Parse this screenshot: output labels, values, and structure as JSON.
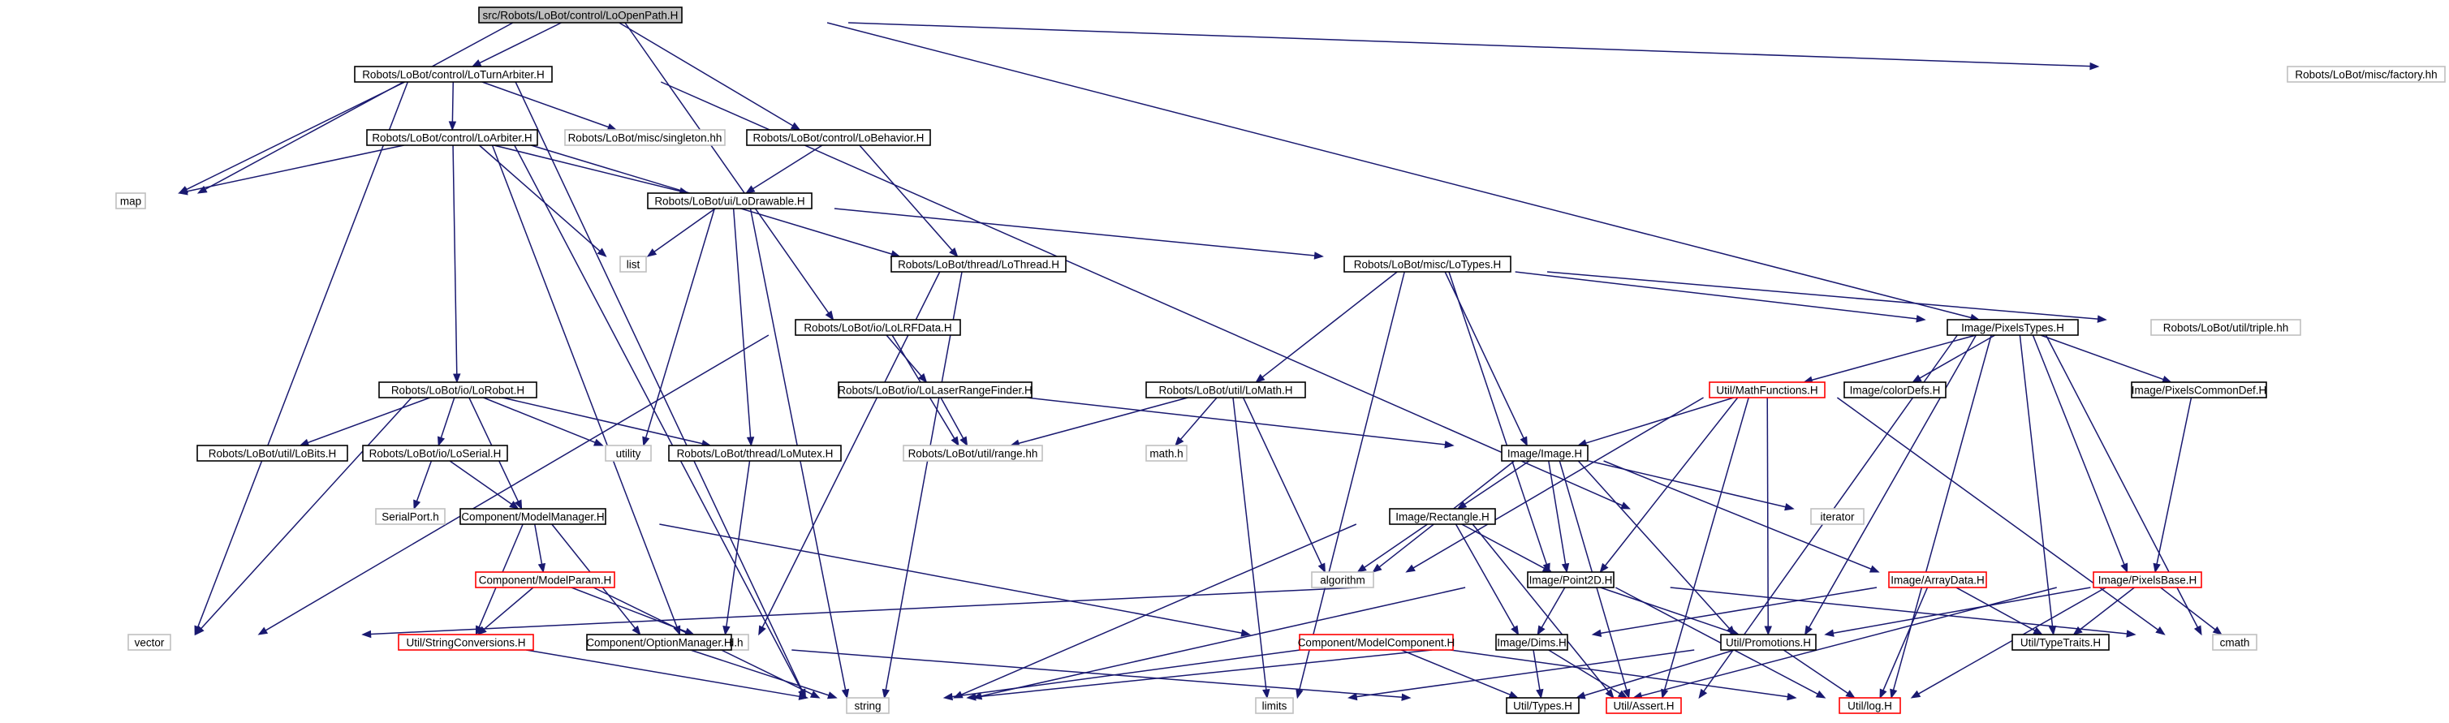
{
  "graph": {
    "colors": {
      "edge": "#191970",
      "root_fill": "#bfbfbf",
      "root_border": "#000000",
      "documented_border": "#000000",
      "undocumented_border": "#bfbfbf",
      "truncated_border": "#ff0000"
    },
    "nodes": [
      {
        "id": "root",
        "label": "src/Robots/LoBot/control/LoOpenPath.H",
        "kind": "root"
      },
      {
        "id": "turnarb",
        "label": "Robots/LoBot/control/LoTurnArbiter.H",
        "kind": "documented"
      },
      {
        "id": "factory",
        "label": "Robots/LoBot/misc/factory.hh",
        "kind": "undocumented"
      },
      {
        "id": "arbiter",
        "label": "Robots/LoBot/control/LoArbiter.H",
        "kind": "documented"
      },
      {
        "id": "singleton",
        "label": "Robots/LoBot/misc/singleton.hh",
        "kind": "undocumented"
      },
      {
        "id": "behavior",
        "label": "Robots/LoBot/control/LoBehavior.H",
        "kind": "documented"
      },
      {
        "id": "map",
        "label": "map",
        "kind": "undocumented"
      },
      {
        "id": "drawable",
        "label": "Robots/LoBot/ui/LoDrawable.H",
        "kind": "documented"
      },
      {
        "id": "list",
        "label": "list",
        "kind": "undocumented"
      },
      {
        "id": "thread",
        "label": "Robots/LoBot/thread/LoThread.H",
        "kind": "documented"
      },
      {
        "id": "lotypes",
        "label": "Robots/LoBot/misc/LoTypes.H",
        "kind": "documented"
      },
      {
        "id": "lrfdata",
        "label": "Robots/LoBot/io/LoLRFData.H",
        "kind": "documented"
      },
      {
        "id": "pixelstypes",
        "label": "Image/PixelsTypes.H",
        "kind": "documented"
      },
      {
        "id": "triple",
        "label": "Robots/LoBot/util/triple.hh",
        "kind": "undocumented"
      },
      {
        "id": "lorobot",
        "label": "Robots/LoBot/io/LoRobot.H",
        "kind": "documented"
      },
      {
        "id": "laserrf",
        "label": "Robots/LoBot/io/LoLaserRangeFinder.H",
        "kind": "documented"
      },
      {
        "id": "lomath",
        "label": "Robots/LoBot/util/LoMath.H",
        "kind": "documented"
      },
      {
        "id": "mathfn",
        "label": "Util/MathFunctions.H",
        "kind": "truncated"
      },
      {
        "id": "colordefs",
        "label": "Image/colorDefs.H",
        "kind": "documented"
      },
      {
        "id": "pixcommon",
        "label": "Image/PixelsCommonDef.H",
        "kind": "documented"
      },
      {
        "id": "lobits",
        "label": "Robots/LoBot/util/LoBits.H",
        "kind": "documented"
      },
      {
        "id": "loserial",
        "label": "Robots/LoBot/io/LoSerial.H",
        "kind": "documented"
      },
      {
        "id": "utility",
        "label": "utility",
        "kind": "undocumented"
      },
      {
        "id": "lomutex",
        "label": "Robots/LoBot/thread/LoMutex.H",
        "kind": "documented"
      },
      {
        "id": "range",
        "label": "Robots/LoBot/util/range.hh",
        "kind": "undocumented"
      },
      {
        "id": "mathh",
        "label": "math.h",
        "kind": "undocumented"
      },
      {
        "id": "image",
        "label": "Image/Image.H",
        "kind": "documented"
      },
      {
        "id": "serialport",
        "label": "SerialPort.h",
        "kind": "undocumented"
      },
      {
        "id": "modelmgr",
        "label": "Component/ModelManager.H",
        "kind": "documented"
      },
      {
        "id": "iterator",
        "label": "iterator",
        "kind": "undocumented"
      },
      {
        "id": "rectangle",
        "label": "Image/Rectangle.H",
        "kind": "documented"
      },
      {
        "id": "algorithm",
        "label": "algorithm",
        "kind": "undocumented"
      },
      {
        "id": "pixelsbase",
        "label": "Image/PixelsBase.H",
        "kind": "truncated"
      },
      {
        "id": "modelparam",
        "label": "Component/ModelParam.H",
        "kind": "truncated"
      },
      {
        "id": "point2d",
        "label": "Image/Point2D.H",
        "kind": "documented"
      },
      {
        "id": "arraydata",
        "label": "Image/ArrayData.H",
        "kind": "truncated"
      },
      {
        "id": "vector",
        "label": "vector",
        "kind": "undocumented"
      },
      {
        "id": "strconv",
        "label": "Util/StringConversions.H",
        "kind": "truncated"
      },
      {
        "id": "pthread",
        "label": "pthread.h",
        "kind": "undocumented"
      },
      {
        "id": "optionmgr",
        "label": "Component/OptionManager.H",
        "kind": "documented"
      },
      {
        "id": "modelcomp",
        "label": "Component/ModelComponent.H",
        "kind": "truncated"
      },
      {
        "id": "dims",
        "label": "Image/Dims.H",
        "kind": "documented"
      },
      {
        "id": "promotions",
        "label": "Util/Promotions.H",
        "kind": "documented"
      },
      {
        "id": "typetraits",
        "label": "Util/TypeTraits.H",
        "kind": "documented"
      },
      {
        "id": "cmath",
        "label": "cmath",
        "kind": "undocumented"
      },
      {
        "id": "string",
        "label": "string",
        "kind": "undocumented"
      },
      {
        "id": "limits",
        "label": "limits",
        "kind": "undocumented"
      },
      {
        "id": "utiltypes",
        "label": "Util/Types.H",
        "kind": "documented"
      },
      {
        "id": "assert",
        "label": "Util/Assert.H",
        "kind": "truncated"
      },
      {
        "id": "log",
        "label": "Util/log.H",
        "kind": "truncated"
      }
    ],
    "edges": [
      [
        "root",
        "turnarb"
      ],
      [
        "root",
        "behavior"
      ],
      [
        "root",
        "map"
      ],
      [
        "root",
        "lrfdata"
      ],
      [
        "root",
        "factory"
      ],
      [
        "root",
        "triple"
      ],
      [
        "turnarb",
        "arbiter"
      ],
      [
        "turnarb",
        "singleton"
      ],
      [
        "turnarb",
        "map"
      ],
      [
        "turnarb",
        "vector"
      ],
      [
        "turnarb",
        "string"
      ],
      [
        "turnarb",
        "iterator"
      ],
      [
        "arbiter",
        "map"
      ],
      [
        "arbiter",
        "drawable"
      ],
      [
        "arbiter",
        "list"
      ],
      [
        "arbiter",
        "thread"
      ],
      [
        "arbiter",
        "lorobot"
      ],
      [
        "arbiter",
        "string"
      ],
      [
        "arbiter",
        "pthread"
      ],
      [
        "behavior",
        "drawable"
      ],
      [
        "behavior",
        "thread"
      ],
      [
        "drawable",
        "list"
      ],
      [
        "drawable",
        "lotypes"
      ],
      [
        "drawable",
        "utility"
      ],
      [
        "drawable",
        "lomutex"
      ],
      [
        "drawable",
        "string"
      ],
      [
        "thread",
        "pthread"
      ],
      [
        "thread",
        "string"
      ],
      [
        "lotypes",
        "pixelstypes"
      ],
      [
        "lotypes",
        "triple"
      ],
      [
        "lotypes",
        "lomath"
      ],
      [
        "lotypes",
        "image"
      ],
      [
        "lotypes",
        "point2d"
      ],
      [
        "lotypes",
        "limits"
      ],
      [
        "lrfdata",
        "laserrf"
      ],
      [
        "lrfdata",
        "range"
      ],
      [
        "lrfdata",
        "vector"
      ],
      [
        "pixelstypes",
        "mathfn"
      ],
      [
        "pixelstypes",
        "colordefs"
      ],
      [
        "pixelstypes",
        "pixcommon"
      ],
      [
        "pixelstypes",
        "pixelsbase"
      ],
      [
        "pixelstypes",
        "promotions"
      ],
      [
        "pixelstypes",
        "typetraits"
      ],
      [
        "pixelstypes",
        "cmath"
      ],
      [
        "pixelstypes",
        "assert"
      ],
      [
        "pixelstypes",
        "log"
      ],
      [
        "lorobot",
        "lobits"
      ],
      [
        "lorobot",
        "loserial"
      ],
      [
        "lorobot",
        "utility"
      ],
      [
        "lorobot",
        "lomutex"
      ],
      [
        "lorobot",
        "modelmgr"
      ],
      [
        "lorobot",
        "vector"
      ],
      [
        "laserrf",
        "range"
      ],
      [
        "laserrf",
        "image"
      ],
      [
        "lomath",
        "range"
      ],
      [
        "lomath",
        "mathh"
      ],
      [
        "lomath",
        "algorithm"
      ],
      [
        "lomath",
        "limits"
      ],
      [
        "mathfn",
        "image"
      ],
      [
        "mathfn",
        "algorithm"
      ],
      [
        "mathfn",
        "promotions"
      ],
      [
        "mathfn",
        "point2d"
      ],
      [
        "mathfn",
        "assert"
      ],
      [
        "mathfn",
        "cmath"
      ],
      [
        "pixcommon",
        "pixelsbase"
      ],
      [
        "loserial",
        "serialport"
      ],
      [
        "loserial",
        "modelmgr"
      ],
      [
        "lomutex",
        "pthread"
      ],
      [
        "image",
        "rectangle"
      ],
      [
        "image",
        "arraydata"
      ],
      [
        "image",
        "iterator"
      ],
      [
        "image",
        "algorithm"
      ],
      [
        "image",
        "point2d"
      ],
      [
        "image",
        "promotions"
      ],
      [
        "image",
        "assert"
      ],
      [
        "modelmgr",
        "modelparam"
      ],
      [
        "modelmgr",
        "optionmgr"
      ],
      [
        "modelmgr",
        "strconv"
      ],
      [
        "modelmgr",
        "modelcomp"
      ],
      [
        "rectangle",
        "point2d"
      ],
      [
        "rectangle",
        "dims"
      ],
      [
        "rectangle",
        "algorithm"
      ],
      [
        "rectangle",
        "string"
      ],
      [
        "rectangle",
        "assert"
      ],
      [
        "pixelsbase",
        "promotions"
      ],
      [
        "pixelsbase",
        "typetraits"
      ],
      [
        "pixelsbase",
        "cmath"
      ],
      [
        "pixelsbase",
        "utiltypes"
      ],
      [
        "pixelsbase",
        "log"
      ],
      [
        "modelparam",
        "strconv"
      ],
      [
        "modelparam",
        "pthread"
      ],
      [
        "modelparam",
        "string"
      ],
      [
        "point2d",
        "dims"
      ],
      [
        "point2d",
        "promotions"
      ],
      [
        "point2d",
        "vector"
      ],
      [
        "point2d",
        "string"
      ],
      [
        "point2d",
        "cmath"
      ],
      [
        "point2d",
        "log"
      ],
      [
        "arraydata",
        "dims"
      ],
      [
        "arraydata",
        "typetraits"
      ],
      [
        "arraydata",
        "log"
      ],
      [
        "strconv",
        "string"
      ],
      [
        "optionmgr",
        "string"
      ],
      [
        "optionmgr",
        "utiltypes"
      ],
      [
        "modelcomp",
        "string"
      ],
      [
        "modelcomp",
        "utiltypes"
      ],
      [
        "modelcomp",
        "log"
      ],
      [
        "dims",
        "utiltypes"
      ],
      [
        "dims",
        "assert"
      ],
      [
        "dims",
        "string"
      ],
      [
        "promotions",
        "utiltypes"
      ],
      [
        "promotions",
        "log"
      ],
      [
        "promotions",
        "limits"
      ]
    ]
  }
}
